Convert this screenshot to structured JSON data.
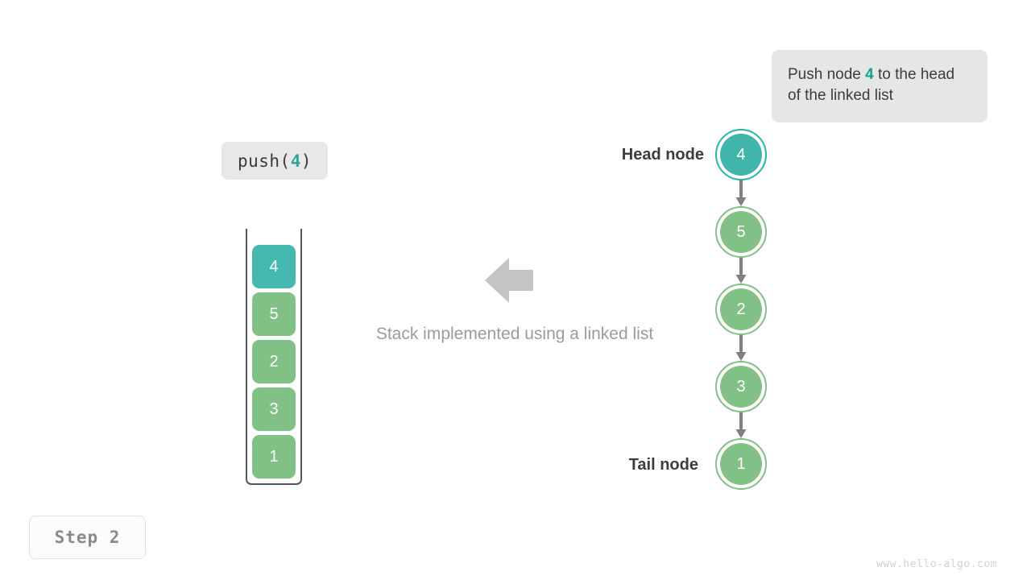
{
  "colors": {
    "accent_teal": "#3fb5ab",
    "node_green": "#82c185",
    "tooltip_bg": "#e6e6e6",
    "arrow_gray": "#808080",
    "big_arrow_gray": "#c4c4c4",
    "caption_gray": "#9b9b9b",
    "label_dark": "#3c3c3c",
    "watermark_gray": "#d2d2d2",
    "frame_gray": "#555555"
  },
  "tooltip": {
    "text_before": "Push node ",
    "value": "4",
    "text_after": " to the head of the linked list"
  },
  "operation_label": {
    "name": "push(",
    "arg": "4",
    "close": ")"
  },
  "stack": {
    "name": "stack-column",
    "cells": [
      {
        "value": "4",
        "highlight": true
      },
      {
        "value": "5",
        "highlight": false
      },
      {
        "value": "2",
        "highlight": false
      },
      {
        "value": "3",
        "highlight": false
      },
      {
        "value": "1",
        "highlight": false
      }
    ]
  },
  "center": {
    "caption": "Stack implemented using a linked list",
    "arrow_direction": "left"
  },
  "linked_list": {
    "head_label": "Head node",
    "tail_label": "Tail node",
    "nodes": [
      {
        "value": "4",
        "highlight": true
      },
      {
        "value": "5",
        "highlight": false
      },
      {
        "value": "2",
        "highlight": false
      },
      {
        "value": "3",
        "highlight": false
      },
      {
        "value": "1",
        "highlight": false
      }
    ]
  },
  "step_badge": "Step 2",
  "watermark": "www.hello-algo.com"
}
